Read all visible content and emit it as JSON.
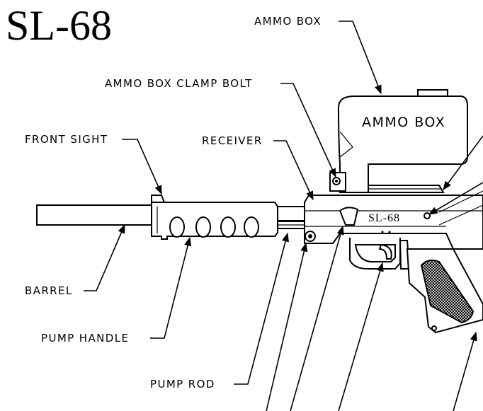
{
  "title": "SL-68",
  "engraving": "SL-68",
  "ammo_box_text": "AMMO BOX",
  "labels": {
    "ammo_box": "AMMO BOX",
    "ammo_box_clamp_bolt": "AMMO BOX CLAMP BOLT",
    "front_sight": "FRONT SIGHT",
    "receiver": "RECEIVER",
    "barrel": "BARREL",
    "pump_handle": "PUMP HANDLE",
    "pump_rod": "PUMP ROD"
  },
  "colors": {
    "ink": "#000000",
    "paper": "#ffffff"
  }
}
